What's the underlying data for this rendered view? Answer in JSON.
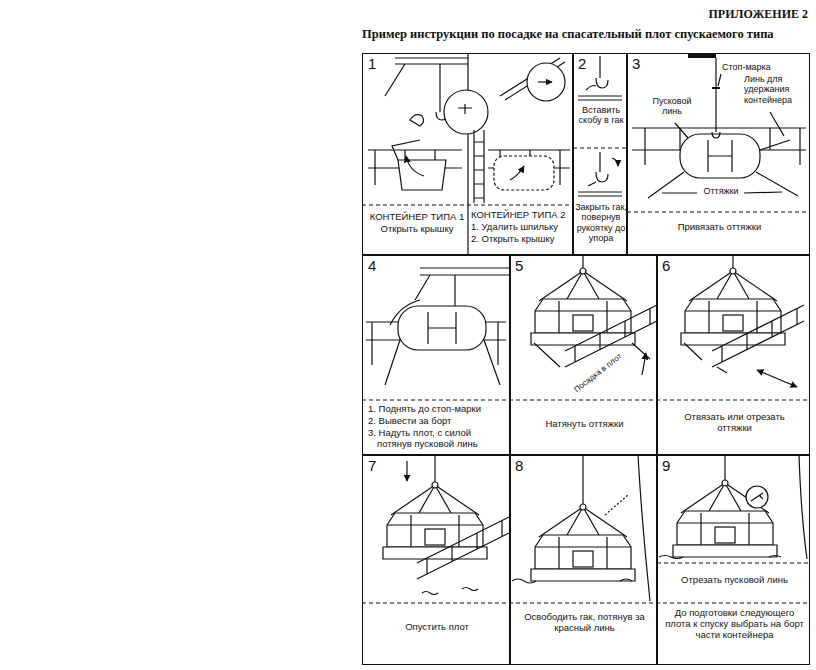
{
  "diagram": {
    "title": "Пример инструкции по посадке на спасательный плот спускаемого типа",
    "nodes": [
      {
        "text": [
          "1",
          "КОНТЕЙНЕР ТИПА 1",
          "Открыть крышку",
          "КОНТЕЙНЕР ТИПА 2",
          "1. Удалить шпильку",
          "2. Открыть крышку"
        ]
      },
      {
        "text": [
          "2",
          "Вставить скобу в гак",
          "Закрыть гак, повернув рукоятку до упора"
        ]
      },
      {
        "text": [
          "3",
          "Привязать оттяжки"
        ]
      },
      {
        "text": [
          "4",
          "1. Поднять до стоп-марки",
          "2. Вывести за борт",
          "3. Надуть плот, с силой потянув пусковой линь"
        ]
      },
      {
        "text": [
          "5",
          "Натянуть оттяжки"
        ]
      },
      {
        "text": [
          "6",
          "Отвязать или отрезать оттяжки"
        ]
      },
      {
        "text": [
          "7",
          "Опустить плот"
        ]
      },
      {
        "text": [
          "8",
          "Освободить гак, потянув за красный линь"
        ]
      },
      {
        "text": [
          "9",
          "Отрезать пусковой линь",
          "До подготовки следующего плота к спуску выбрать на борт части контейнера"
        ]
      }
    ],
    "labels": [
      "ПРИЛОЖЕНИЕ 2",
      "Стоп-марка",
      "Пусковой линь",
      "Линь для удержания контейнера",
      "Оттяжки",
      "Посадка в плот"
    ]
  }
}
